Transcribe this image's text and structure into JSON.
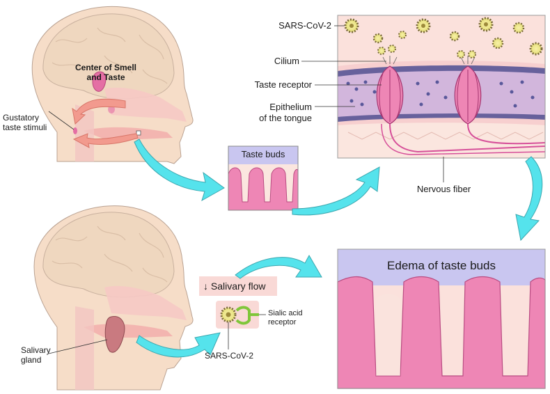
{
  "labels": {
    "center_line1": "Center of Smell",
    "center_line2": "and Taste",
    "gustatory_line1": "Gustatory",
    "gustatory_line2": "taste stimuli",
    "salivary_gland_line1": "Salivary",
    "salivary_gland_line2": "gland",
    "taste_buds": "Taste buds",
    "sars_top": "SARS-CoV-2",
    "cilium": "Cilium",
    "taste_receptor": "Taste receptor",
    "epithelium_line1": "Epithelium",
    "epithelium_line2": "of the tongue",
    "nervous_fiber": "Nervous fiber",
    "salivary_flow": "Salivary flow",
    "salivary_flow_arrow": "↓",
    "sialic_line1": "Sialic acid",
    "sialic_line2": "receptor",
    "sars_bottom": "SARS-CoV-2",
    "edema": "Edema of taste buds"
  },
  "colors": {
    "skin": "#f6ddc8",
    "brain": "#efd7bf",
    "tissue_pink": "#ee86b5",
    "lavender": "#c9c6f0",
    "arrow_cyan": "#55e3ec",
    "arrow_salmon": "#f29a8e",
    "gland": "#c97a80",
    "panel_bg": "#fbe1dc"
  }
}
